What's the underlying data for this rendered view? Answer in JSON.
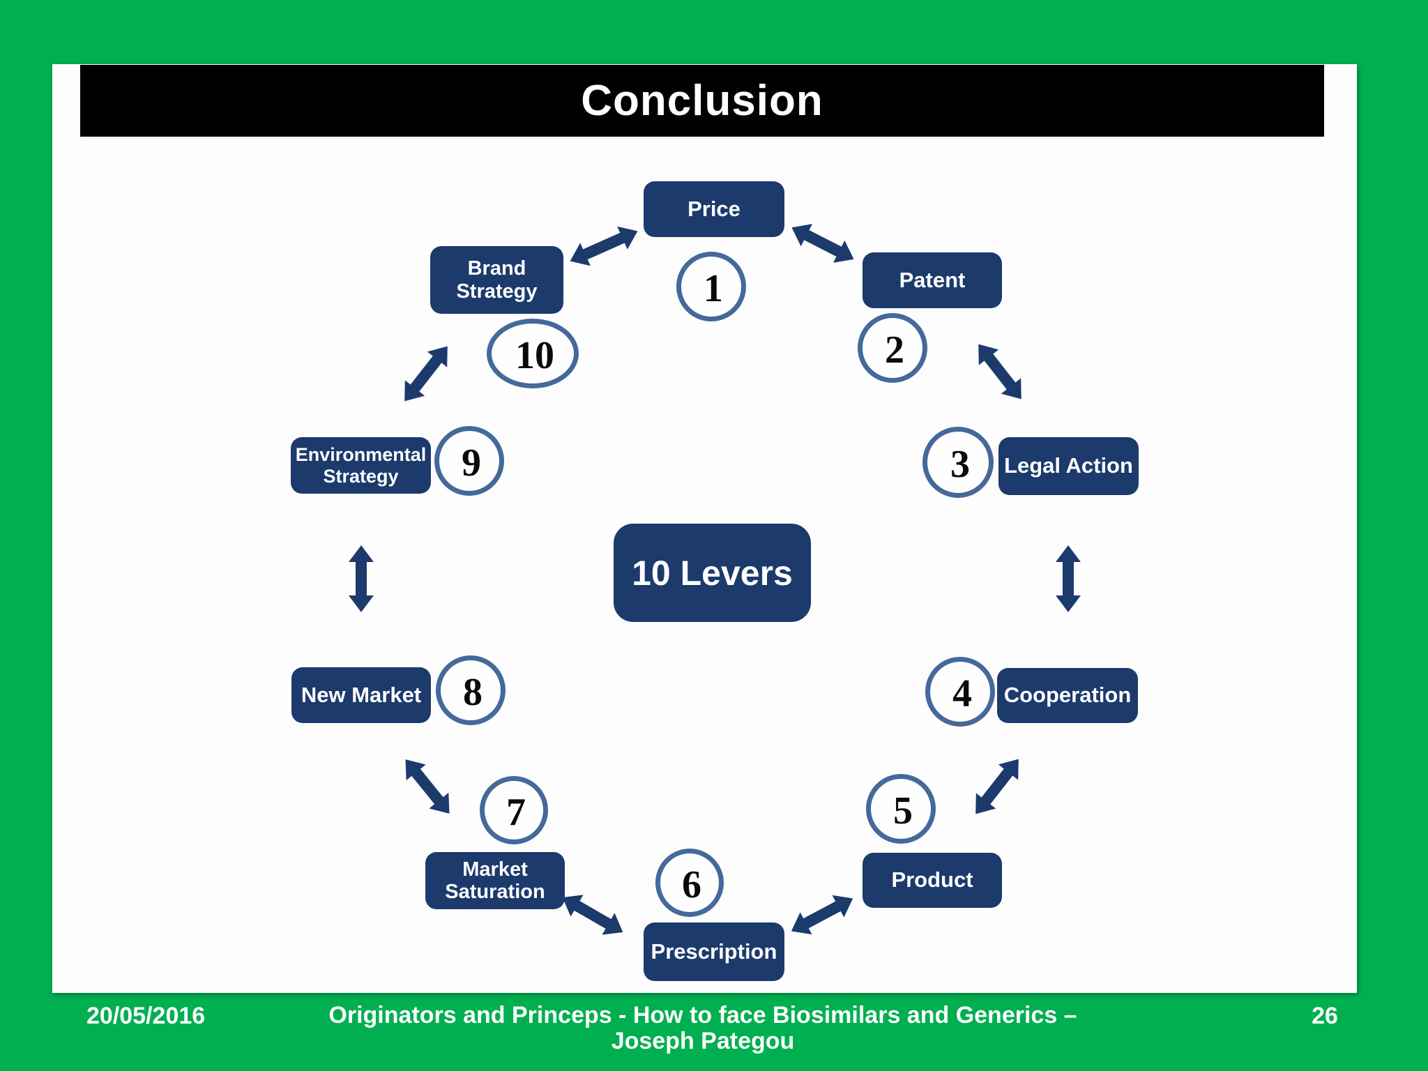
{
  "slide": {
    "title": "Conclusion",
    "center_label": "10 Levers",
    "levers": [
      {
        "num": "1",
        "label": "Price"
      },
      {
        "num": "2",
        "label": "Patent"
      },
      {
        "num": "3",
        "label": "Legal Action"
      },
      {
        "num": "4",
        "label": "Cooperation"
      },
      {
        "num": "5",
        "label": "Product"
      },
      {
        "num": "6",
        "label": "Prescription"
      },
      {
        "num": "7",
        "label": "Market Saturation"
      },
      {
        "num": "8",
        "label": "New Market"
      },
      {
        "num": "9",
        "label": "Environmental Strategy"
      },
      {
        "num": "10",
        "label": "Brand Strategy"
      }
    ],
    "footer": {
      "date": "20/05/2016",
      "credit_line1": "Originators and Princeps - How to face Biosimilars and Generics –",
      "credit_line2": "Joseph Pategou",
      "page_number": "26"
    },
    "colors": {
      "background_green": "#00AF50",
      "box_navy": "#1c3a6c",
      "circle_stroke": "#44699a",
      "title_bar_black": "#000000"
    }
  }
}
